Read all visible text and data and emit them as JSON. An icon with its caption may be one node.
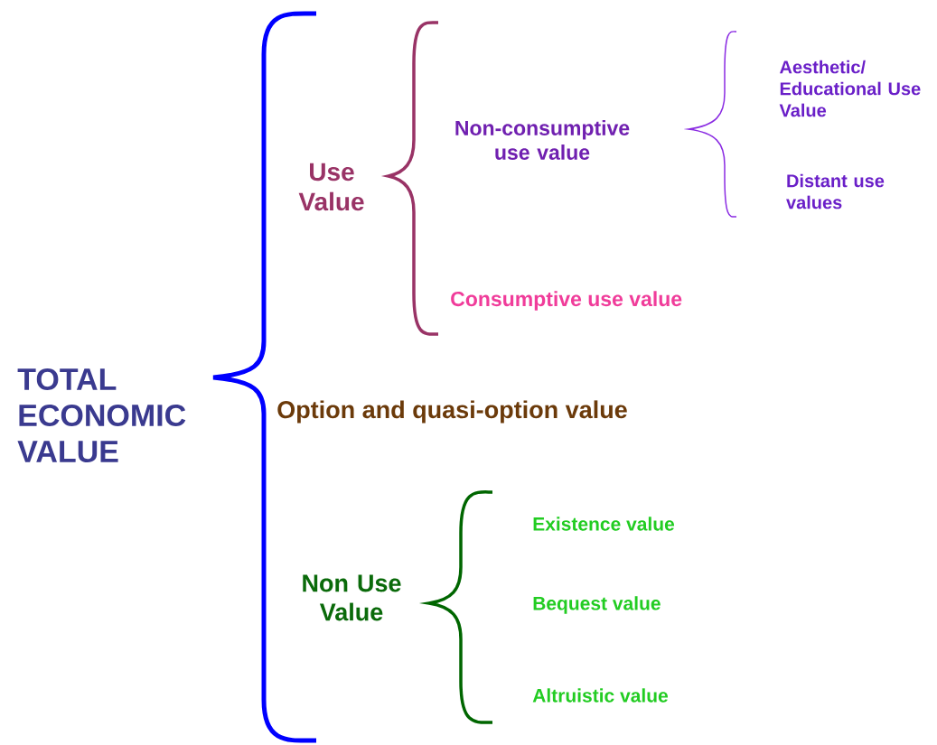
{
  "diagram": {
    "nodes": [
      {
        "text": [
          "TOTAL ECONOMIC VALUE"
        ]
      },
      {
        "text": [
          "Use Value"
        ]
      },
      {
        "text": [
          "Non-consumptive use value"
        ]
      },
      {
        "text": [
          "Aesthetic/ Educational Use Value"
        ]
      },
      {
        "text": [
          "Distant use values"
        ]
      },
      {
        "text": [
          "Consumptive use value"
        ]
      },
      {
        "text": [
          "Option and quasi-option value"
        ]
      },
      {
        "text": [
          "Non Use Value"
        ]
      },
      {
        "text": [
          "Existence value"
        ]
      },
      {
        "text": [
          "Bequest value"
        ]
      },
      {
        "text": [
          "Altruistic value"
        ]
      }
    ]
  }
}
